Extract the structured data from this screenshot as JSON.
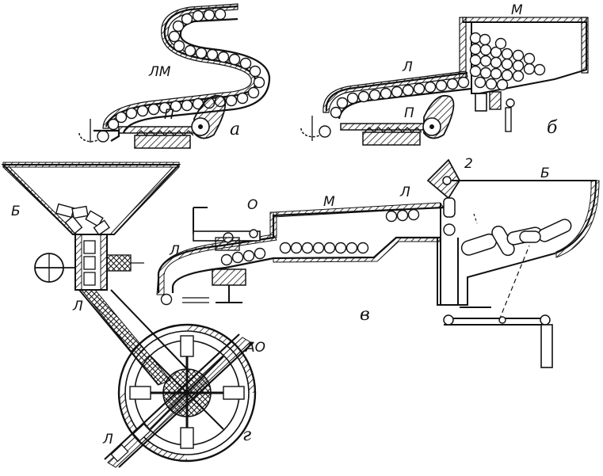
{
  "labels": {
    "a": {
      "LM": "ЛМ",
      "P": "П",
      "panel": "а"
    },
    "b": {
      "M": "М",
      "L": "Л",
      "P": "П",
      "panel": "б"
    },
    "v": {
      "O": "О",
      "M": "М",
      "L1": "Л",
      "L2": "Л",
      "num2": "2",
      "B": "Б",
      "panel": "в"
    },
    "g": {
      "B": "Б",
      "L1": "Л",
      "AO": "АО",
      "L2": "Л",
      "panel": "г"
    }
  }
}
